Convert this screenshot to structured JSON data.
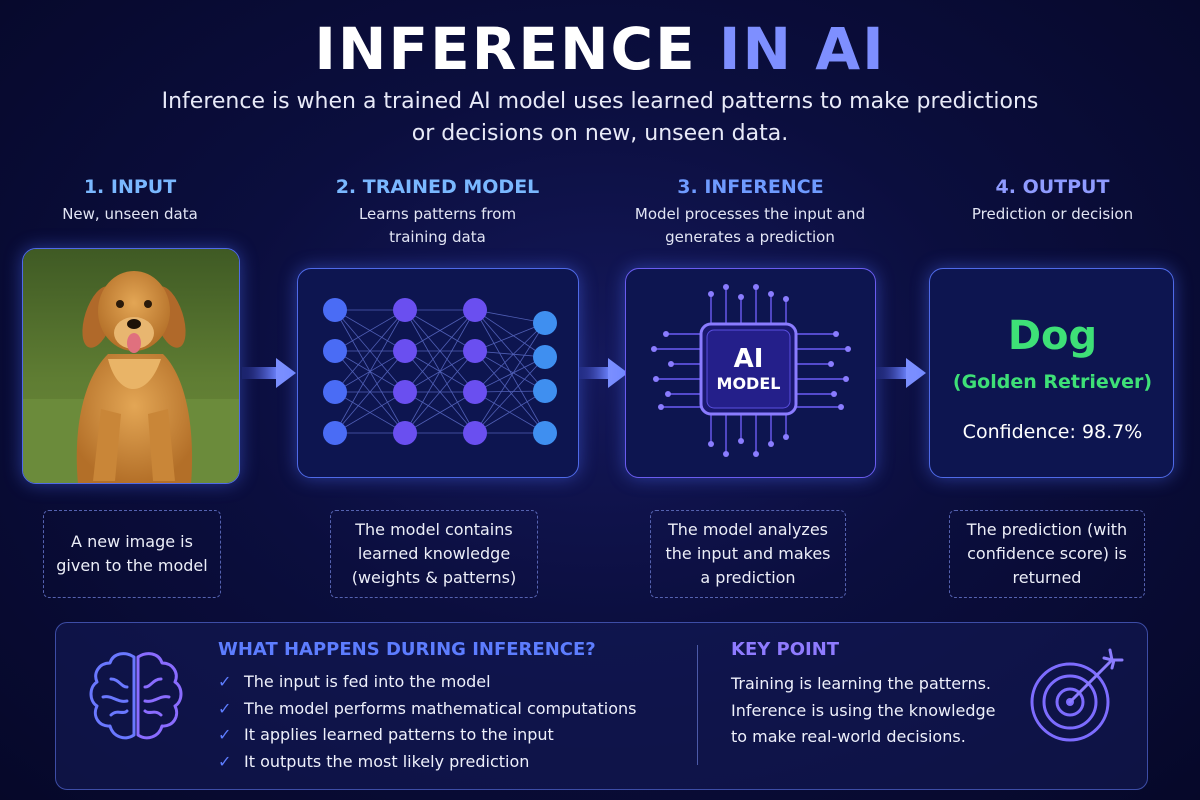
{
  "header": {
    "title_main": "INFERENCE ",
    "title_accent": "IN AI",
    "subtitle": "Inference is when a trained AI model uses learned patterns to make predictions or decisions on new, unseen data."
  },
  "steps": [
    {
      "title": "1. INPUT",
      "desc": "New, unseen data",
      "note": "A new image is given to the model",
      "color": "#7ab8ff"
    },
    {
      "title": "2. TRAINED MODEL",
      "desc": "Learns patterns from training data",
      "note": "The model contains learned knowledge (weights & patterns)",
      "color": "#7ab8ff"
    },
    {
      "title": "3. INFERENCE",
      "desc": "Model processes the input and generates a prediction",
      "note": "The model analyzes the input and makes a prediction",
      "color": "#6f9bff"
    },
    {
      "title": "4. OUTPUT",
      "desc": "Prediction or decision",
      "note": "The prediction (with confidence score) is returned",
      "color": "#8f9bff"
    }
  ],
  "chip": {
    "line1": "AI",
    "line2": "MODEL"
  },
  "output": {
    "label": "Dog",
    "sublabel": "(Golden Retriever)",
    "confidence": "Confidence: 98.7%",
    "color": "#3ee077"
  },
  "what_happens": {
    "title": "WHAT HAPPENS DURING INFERENCE?",
    "items": [
      "The input is fed into the model",
      "The model performs mathematical computations",
      "It applies learned patterns to the input",
      "It outputs the most likely prediction"
    ]
  },
  "key_point": {
    "title": "KEY POINT",
    "lines": [
      "Training is learning the patterns.",
      "Inference is using the knowledge",
      "to make real-world decisions."
    ]
  },
  "icons": {
    "input_image": "golden-retriever-photo",
    "model": "neural-network-icon",
    "inference": "ai-chip-icon",
    "brain": "brain-icon",
    "target": "target-arrow-icon"
  }
}
